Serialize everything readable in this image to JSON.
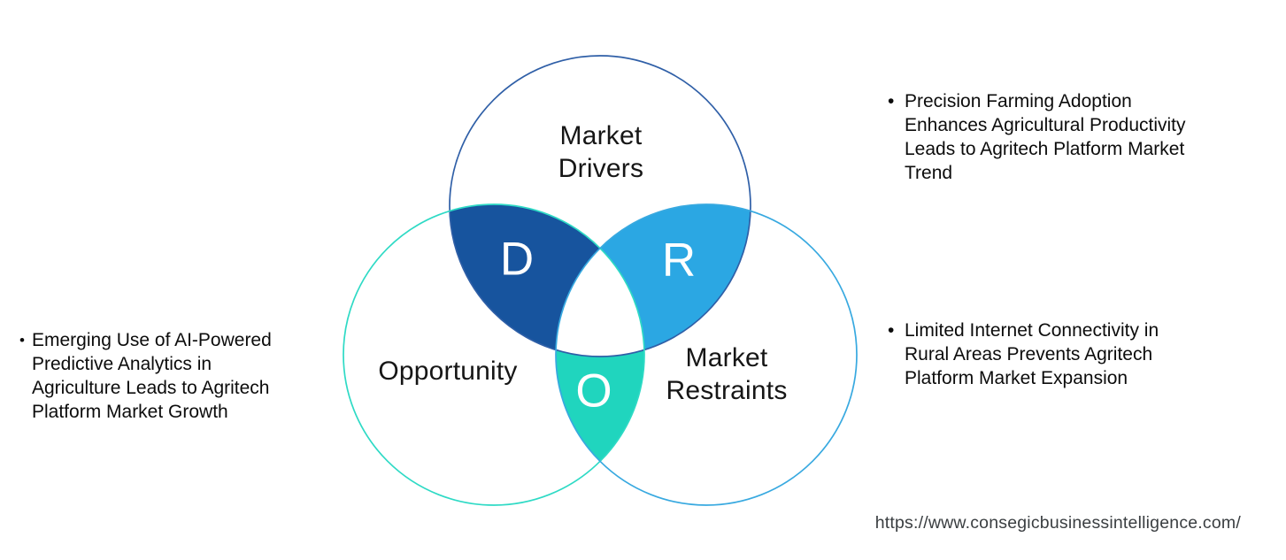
{
  "venn": {
    "label_color": "#161616",
    "letter_color": "#ffffff",
    "center_fill": "#ffffff",
    "drivers": {
      "label": "Market\nDrivers",
      "letter": "D",
      "region_fill": "#17549e",
      "outline": "#2f5fa7"
    },
    "opportunity": {
      "label": "Opportunity",
      "letter": "O",
      "region_fill": "#20d5be",
      "outline": "#2edac5"
    },
    "restraints": {
      "label": "Market\nRestraints",
      "letter": "R",
      "region_fill": "#2ba7e3",
      "outline": "#38a9e0"
    }
  },
  "bullets": {
    "marker": "•",
    "right_top": {
      "text": "Precision Farming Adoption\nEnhances Agricultural Productivity\nLeads to Agritech Platform Market\nTrend"
    },
    "left": {
      "text": "Emerging Use of AI-Powered\nPredictive Analytics in\nAgriculture Leads to Agritech\nPlatform Market Growth"
    },
    "right_bottom": {
      "text": "Limited Internet Connectivity in\nRural Areas Prevents Agritech\nPlatform Market Expansion"
    }
  },
  "footer": {
    "url": "https://www.consegicbusinessintelligence.com/"
  }
}
